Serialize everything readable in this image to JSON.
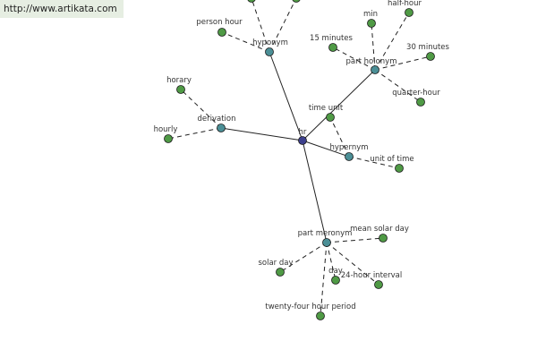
{
  "site_url": "http://www.artikata.com",
  "colors": {
    "root": "#3c3f8c",
    "relation": "#4b8f96",
    "term": "#4f9a45",
    "banner": "#e6eee2",
    "edge": "#222222"
  },
  "graph": {
    "root": {
      "id": "hr",
      "label": "hr"
    },
    "relations": [
      {
        "id": "hyponym",
        "label": "hyponym"
      },
      {
        "id": "part-holonym",
        "label": "part holonym"
      },
      {
        "id": "derivation",
        "label": "derivation"
      },
      {
        "id": "hypernym",
        "label": "hypernym"
      },
      {
        "id": "part-meronym",
        "label": "part meronym"
      }
    ],
    "terms": [
      {
        "id": "person-hour",
        "label": "person hour",
        "relation": "hyponym"
      },
      {
        "id": "hyponym-term-a",
        "label": "",
        "relation": "hyponym"
      },
      {
        "id": "hyponym-term-b",
        "label": "",
        "relation": "hyponym"
      },
      {
        "id": "min",
        "label": "min",
        "relation": "part-holonym"
      },
      {
        "id": "half-hour",
        "label": "half-hour",
        "relation": "part-holonym"
      },
      {
        "id": "15-minutes",
        "label": "15 minutes",
        "relation": "part-holonym"
      },
      {
        "id": "30-minutes",
        "label": "30 minutes",
        "relation": "part-holonym"
      },
      {
        "id": "quarter-hour",
        "label": "quarter-hour",
        "relation": "part-holonym"
      },
      {
        "id": "horary",
        "label": "horary",
        "relation": "derivation"
      },
      {
        "id": "hourly",
        "label": "hourly",
        "relation": "derivation"
      },
      {
        "id": "time-unit",
        "label": "time unit",
        "relation": "hypernym"
      },
      {
        "id": "unit-of-time",
        "label": "unit of time",
        "relation": "hypernym"
      },
      {
        "id": "mean-solar-day",
        "label": "mean solar day",
        "relation": "part-meronym"
      },
      {
        "id": "solar-day",
        "label": "solar day",
        "relation": "part-meronym"
      },
      {
        "id": "day",
        "label": "day",
        "relation": "part-meronym"
      },
      {
        "id": "24-hour-interval",
        "label": "24-hour interval",
        "relation": "part-meronym"
      },
      {
        "id": "twenty-four-hour-period",
        "label": "twenty-four hour period",
        "relation": "part-meronym"
      }
    ]
  }
}
